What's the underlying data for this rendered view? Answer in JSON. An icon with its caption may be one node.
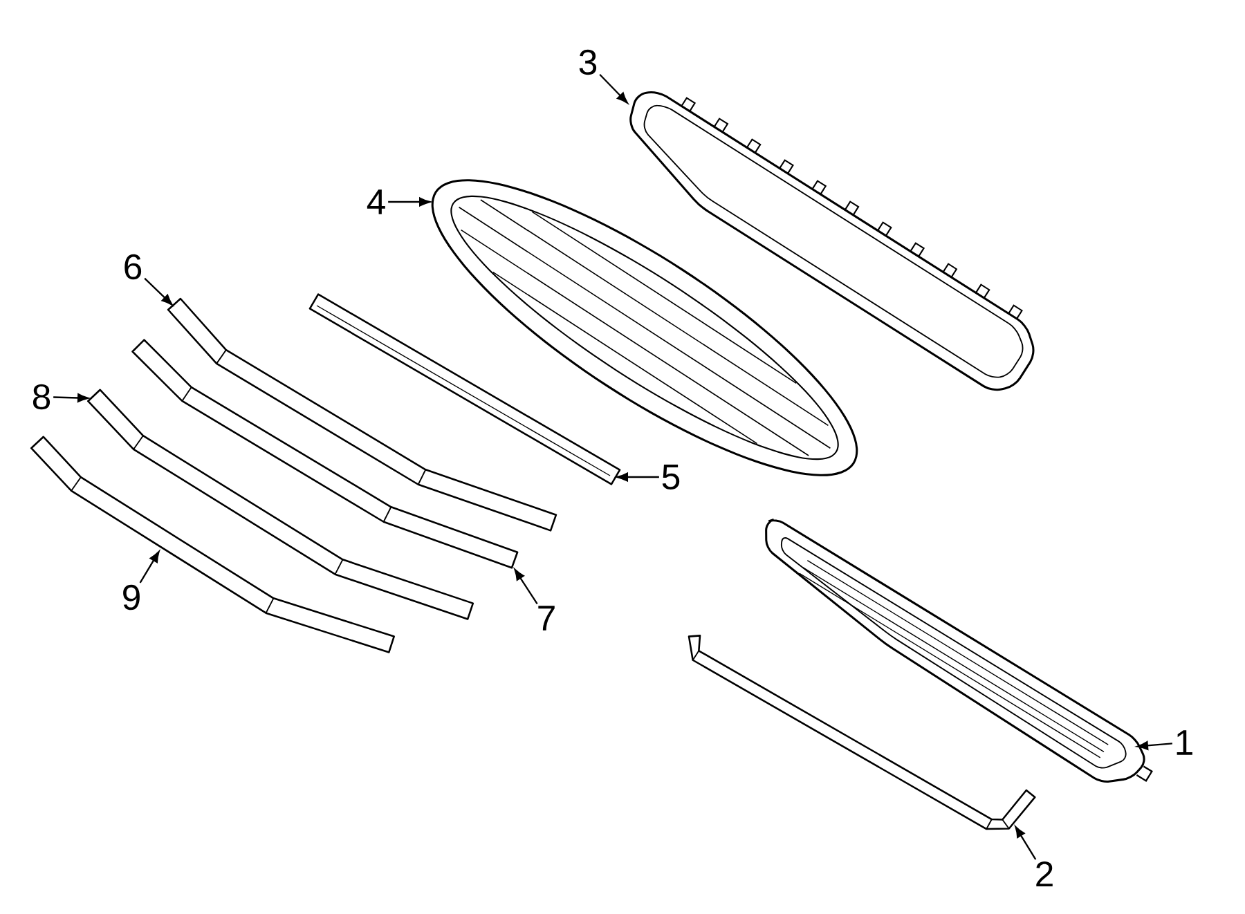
{
  "diagram": {
    "nodes": [
      {
        "text": [
          "3"
        ]
      },
      {
        "text": [
          "4"
        ]
      },
      {
        "text": [
          "6"
        ]
      },
      {
        "text": [
          "8"
        ]
      },
      {
        "text": [
          "5"
        ]
      },
      {
        "text": [
          "9"
        ]
      },
      {
        "text": [
          "7"
        ]
      },
      {
        "text": [
          "1"
        ]
      },
      {
        "text": [
          "2"
        ]
      },
      {
        "text": [],
        "shape": "picture"
      },
      {
        "text": [],
        "shape": "picture"
      },
      {
        "text": [],
        "shape": "picture"
      },
      {
        "text": [],
        "shape": "picture"
      },
      {
        "text": [],
        "shape": "picture"
      },
      {
        "text": [],
        "shape": "picture"
      },
      {
        "text": [],
        "shape": "picture"
      },
      {
        "text": [],
        "shape": "picture"
      },
      {
        "text": [],
        "shape": "picture"
      }
    ],
    "edges": [
      {
        "from": 0,
        "to": 15,
        "arrow": "to"
      },
      {
        "from": 1,
        "to": 14,
        "arrow": "to"
      },
      {
        "from": 2,
        "to": 12,
        "arrow": "to"
      },
      {
        "from": 3,
        "to": 10,
        "arrow": "to"
      },
      {
        "from": 4,
        "to": 13,
        "arrow": "to"
      },
      {
        "from": 5,
        "to": 9,
        "arrow": "to"
      },
      {
        "from": 6,
        "to": 11,
        "arrow": "to"
      },
      {
        "from": 7,
        "to": 17,
        "arrow": "to"
      },
      {
        "from": 8,
        "to": 16,
        "arrow": "to"
      }
    ]
  }
}
